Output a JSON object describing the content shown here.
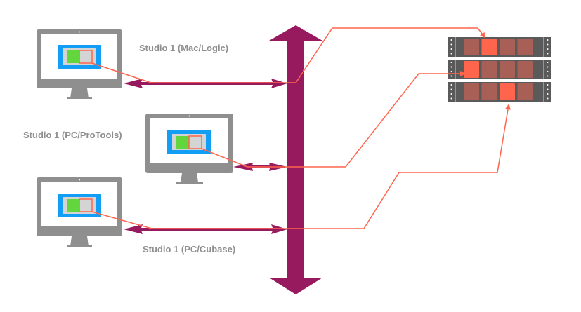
{
  "diagram": {
    "title": "Shared storage network diagram",
    "studios": [
      {
        "label": "Studio 1 (Mac/Logic)"
      },
      {
        "label": "Studio 1 (PC/ProTools)"
      },
      {
        "label": "Studio 1 (PC/Cubase)"
      }
    ],
    "backbone": {
      "type": "bidirectional-arrow"
    },
    "storage": {
      "units": 3,
      "slots_per_unit": 4,
      "active_slots": [
        2,
        1,
        3
      ]
    },
    "colors": {
      "monitor": "#8f8f8f",
      "window_frame": "#129ef5",
      "window_fill": "#d4d4d4",
      "green_panel": "#62d63c",
      "link": "#ff654d",
      "backbone": "#981a5e",
      "rack": "#5a5a5a",
      "slot_idle": "#a86056",
      "slot_active": "#ff654d",
      "label": "#8e8e8e"
    }
  }
}
